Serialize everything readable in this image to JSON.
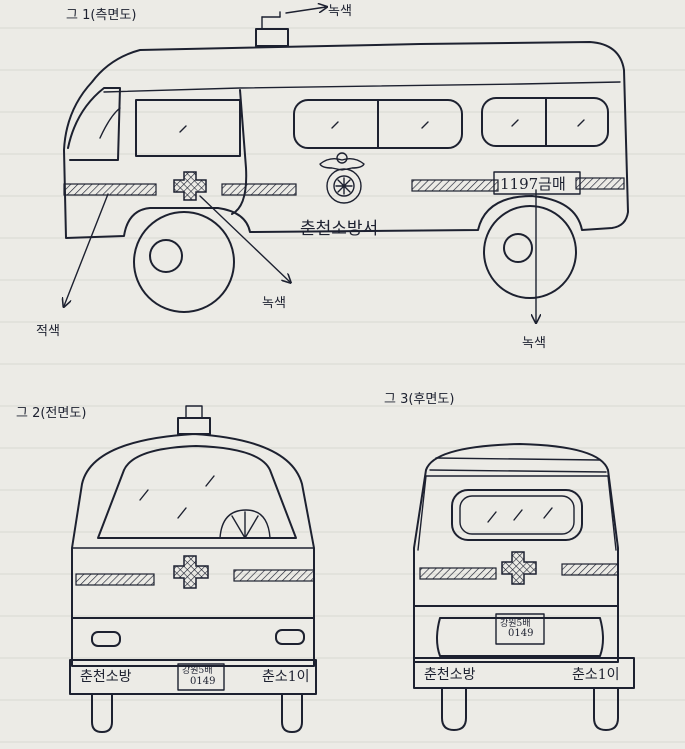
{
  "figures": {
    "side": {
      "caption": "그 1(측면도)",
      "roof_light_note": "녹색",
      "left_stripe_note": "적색",
      "cross_note": "녹색",
      "rear_note": "녹색",
      "plate": "1197금매",
      "station_name": "춘천소방서"
    },
    "front": {
      "caption": "그 2(전면도)",
      "bumper_left_text": "춘천소방",
      "bumper_plate_top": "강원5배",
      "bumper_plate_bottom": "0149",
      "bumper_right_text": "춘소1이"
    },
    "rear": {
      "caption": "그 3(후면도)",
      "bumper_left_text": "춘천소방",
      "bumper_plate_top": "강원5배",
      "bumper_plate_bottom": "0149",
      "bumper_right_text": "춘소1이"
    }
  },
  "colors": {
    "paper": "#ecebe6",
    "ink": "#1d2130"
  }
}
